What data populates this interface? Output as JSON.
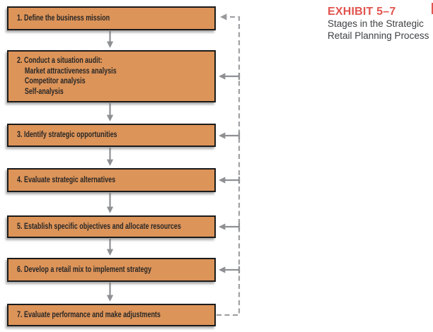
{
  "exhibit": {
    "label": "EXHIBIT 5–7",
    "subtitle_line1": "Stages in the Strategic",
    "subtitle_line2": "Retail Planning Process"
  },
  "diagram": {
    "type": "flowchart",
    "direction": "top-down",
    "steps": [
      {
        "label": "1. Define the business mission"
      },
      {
        "label": "2. Conduct a situation audit:",
        "sublines": [
          "Market attractiveness analysis",
          "Competitor analysis",
          "Self-analysis"
        ]
      },
      {
        "label": "3. Identify strategic opportunities"
      },
      {
        "label": "4. Evaluate strategic alternatives"
      },
      {
        "label": "5. Establish specific objectives and allocate resources"
      },
      {
        "label": "6. Develop a retail mix to implement strategy"
      },
      {
        "label": "7. Evaluate performance and make adjustments"
      }
    ],
    "forward_arrows": [
      "1→2",
      "2→3",
      "3→4",
      "4→5",
      "5→6",
      "6→7"
    ],
    "feedback_loop": {
      "from_step": "7",
      "dashed_arrow_to": "1",
      "solid_arrows_to": [
        "2",
        "3",
        "4",
        "5",
        "6"
      ]
    }
  },
  "colors": {
    "box_fill": "#DD9459",
    "box_border": "#1B1B1B",
    "box_text": "#262626",
    "arrow_solid_gray": "#8E9093",
    "arrow_dashed_gray": "#9EA0A3",
    "exhibit_red": "#E1544E",
    "subtitle_gray": "#3E4043"
  }
}
